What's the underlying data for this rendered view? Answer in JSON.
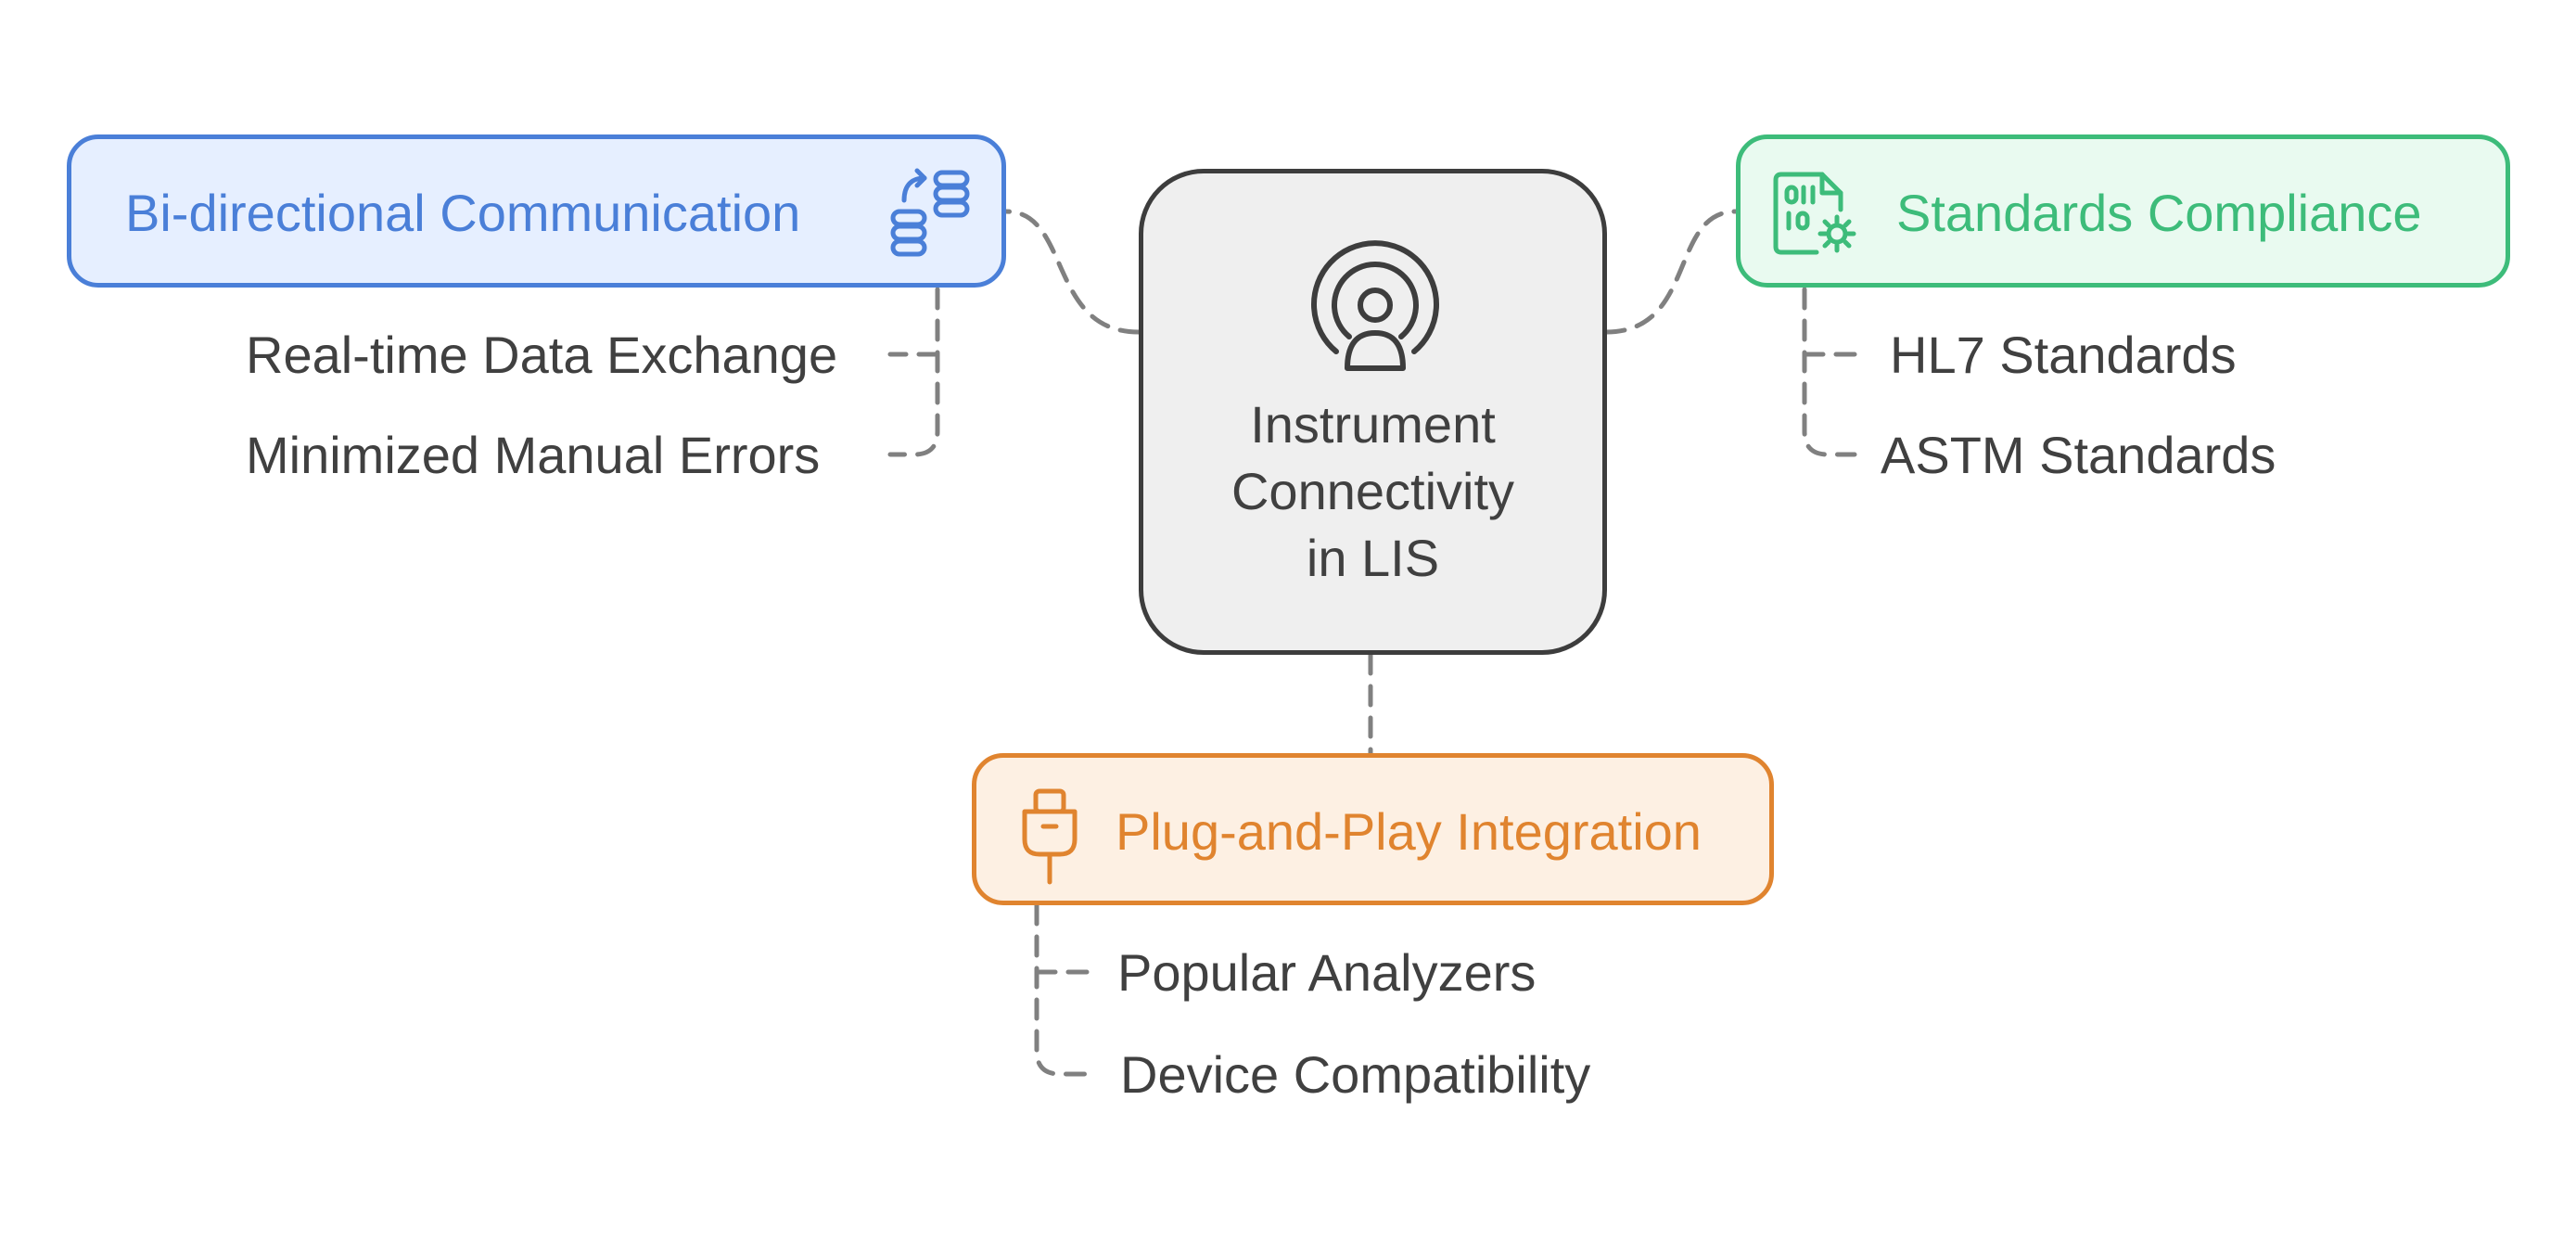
{
  "center": {
    "title_lines": [
      "Instrument",
      "Connectivity",
      "in LIS"
    ],
    "icon": "broadcast-person-icon",
    "border_color": "#3d3d3d",
    "fill_color": "#efefef"
  },
  "branches": {
    "bidirectional": {
      "title": "Bi-directional Communication",
      "icon": "database-sync-icon",
      "color": "#4a7fd8",
      "fill": "#e6efff",
      "items": [
        "Real-time Data Exchange",
        "Minimized Manual Errors"
      ]
    },
    "standards": {
      "title": "Standards Compliance",
      "icon": "binary-file-gear-icon",
      "color": "#3dbc7a",
      "fill": "#e9faf0",
      "items": [
        "HL7 Standards",
        "ASTM Standards"
      ]
    },
    "plugplay": {
      "title": "Plug-and-Play Integration",
      "icon": "plug-connector-icon",
      "color": "#e0842f",
      "fill": "#fdf0e3",
      "items": [
        "Popular Analyzers",
        "Device Compatibility"
      ]
    }
  },
  "connector_color": "#808080"
}
